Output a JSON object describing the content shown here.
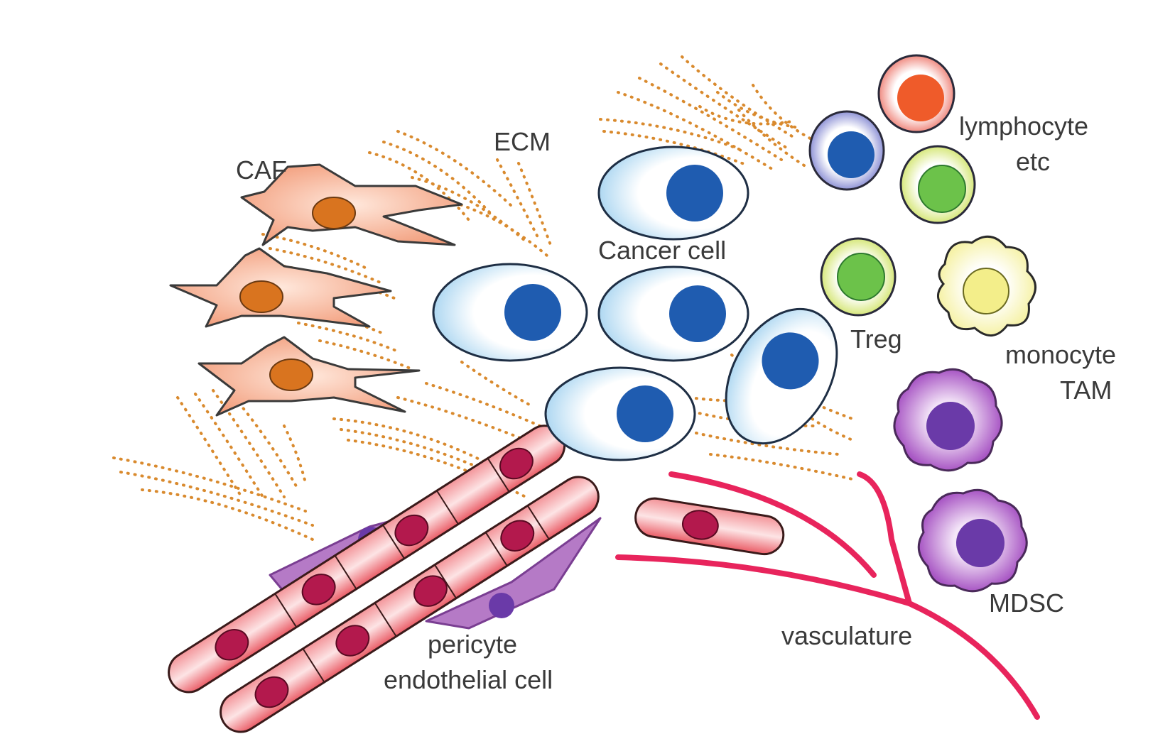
{
  "labels": {
    "caf": "CAF",
    "ecm": "ECM",
    "cancer_cell": "Cancer cell",
    "lymphocyte": "lymphocyte",
    "lymphocyte_etc": "etc",
    "treg": "Treg",
    "monocyte": "monocyte",
    "tam": "TAM",
    "mdsc": "MDSC",
    "vasculature": "vasculature",
    "pericyte": "pericyte",
    "endothelial_cell": "endothelial cell"
  },
  "colors": {
    "ecm_fiber": "#d98a2e",
    "caf_body": "#f6b596",
    "caf_nucleus": "#d9741f",
    "cancer_body": "#cfe8f7",
    "cancer_nucleus": "#1f5cb0",
    "vessel": "#f07a80",
    "vessel_nucleus": "#b3194d",
    "pericyte": "#b57ac6",
    "pericyte_nucleus": "#6a3aa8",
    "vasculature_line": "#e8245c",
    "lymphocyte_blue": "#1f5cb0",
    "lymphocyte_red": "#ef5b2a",
    "lymphocyte_green": "#6cc24a",
    "monocyte": "#f3ee8a",
    "mdsc": "#8a3fb0",
    "label_text": "#3a3a3a"
  }
}
